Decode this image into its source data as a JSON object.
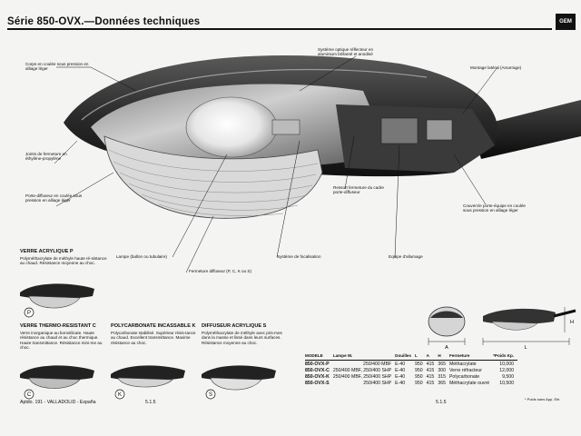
{
  "header": {
    "title": "Série 850-OVX.—Données techniques",
    "logo_text": "GEM"
  },
  "callouts": {
    "corps": "Corps en coulée sous pression en alliage léger",
    "joints": "Joints de fermeture en éthylène-propylène",
    "porte_diffuseur": "Porte-diffuseur en coulée sous pression en alliage léger",
    "systeme_optique": "Système optique réflecteur en aluminium brillanté et anodisé",
    "montage": "Montage latéral (Amarrage)",
    "ressort": "Ressort fermeture du cadre porte-diffuseur",
    "couvercle": "Couvercle porte-équipe en coulée sous pression en alliage léger",
    "lampe": "Lampe (ballon ou tubulaire)",
    "focalisation": "Système de focalisation",
    "equipe": "Equipe d'allumage",
    "fermeture": "Fermeture diffuseur (P, C, K ou S)"
  },
  "variants": [
    {
      "title": "VERRE ACRYLIQUE P",
      "text": "Polyméthacrylate de méthyle haute ré-sistance au chaud. Résistance moyenne au choc.",
      "letter": "P"
    },
    {
      "title": "VERRE THERMO-RESISTANT C",
      "text": "Verre inorganique au borosilicate. Haute résistance au chaud et au choc thermique. Haute transmittance. Résistance mini-me au choc.",
      "letter": "C"
    },
    {
      "title": "POLYCARBONATE INCASSABLE K",
      "text": "Polycarbonate stabilisé. Supérieur résis-tance au chaud. Excellent transmittance. Maxime résistance au choc.",
      "letter": "K"
    },
    {
      "title": "DIFFUSEUR ACRYLIQUE S",
      "text": "Polyméthacrylate de méthyle avec pris-mes dans la masse et lissé dans leurs surfaces. Résistance moyenne au choc.",
      "letter": "S"
    }
  ],
  "dimension_labels": {
    "a": "A",
    "h": "H",
    "l": "L"
  },
  "spec_table": {
    "headers": [
      "MODELE",
      "Lampe W.",
      "Douilles",
      "L",
      "A",
      "H",
      "Fermeture",
      "*Poids Kp."
    ],
    "rows": [
      [
        "850-OVX-P",
        "250/400 MBF",
        "E-40",
        "950",
        "415",
        "365",
        "Méthacrylate",
        "10,000"
      ],
      [
        "850-OVX-C",
        "250/400 MBF, 250/400 SHP",
        "E-40",
        "950",
        "415",
        "300",
        "Verre réfracteur",
        "12,000"
      ],
      [
        "850-OVX-K",
        "250/400 MBF, 250/400 SHP",
        "E-40",
        "950",
        "415",
        "315",
        "Polycarbonate",
        "9,500"
      ],
      [
        "850-OVX-S",
        "250/400 SHP",
        "E-40",
        "950",
        "415",
        "365",
        "Méthacrylate ouvré",
        "10,500"
      ]
    ],
    "footnote": "* Poids sans App. Elé."
  },
  "footer": {
    "address": "Aptdo. 191 - VALLADOLID - España",
    "page_left": "5.1.5",
    "page_right": "5.1.5"
  }
}
